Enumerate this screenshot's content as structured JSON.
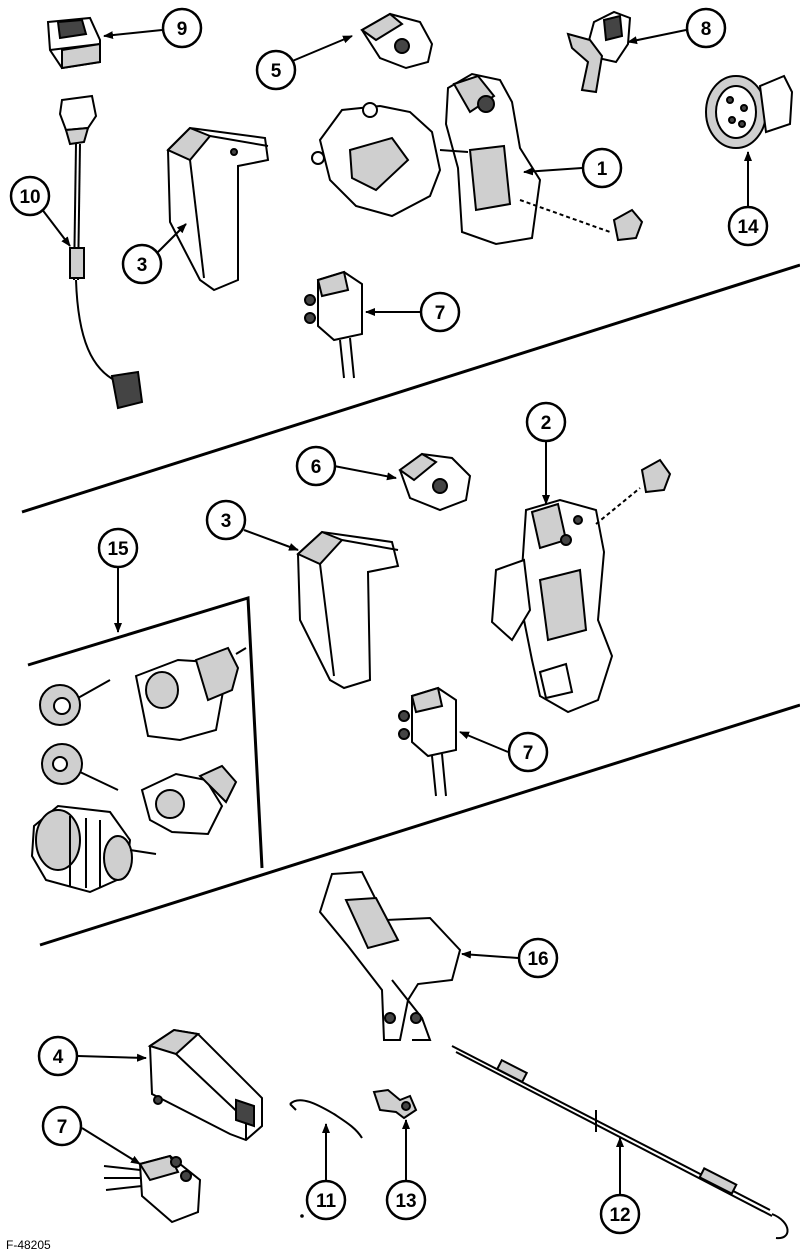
{
  "figure_id": "F-48205",
  "callouts": [
    {
      "id": "c1",
      "label": "1"
    },
    {
      "id": "c2",
      "label": "2"
    },
    {
      "id": "c3a",
      "label": "3"
    },
    {
      "id": "c3b",
      "label": "3"
    },
    {
      "id": "c4",
      "label": "4"
    },
    {
      "id": "c5",
      "label": "5"
    },
    {
      "id": "c6",
      "label": "6"
    },
    {
      "id": "c7a",
      "label": "7"
    },
    {
      "id": "c7b",
      "label": "7"
    },
    {
      "id": "c7c",
      "label": "7"
    },
    {
      "id": "c8",
      "label": "8"
    },
    {
      "id": "c9",
      "label": "9"
    },
    {
      "id": "c10",
      "label": "10"
    },
    {
      "id": "c11",
      "label": "11"
    },
    {
      "id": "c12",
      "label": "12"
    },
    {
      "id": "c13",
      "label": "13"
    },
    {
      "id": "c14",
      "label": "14"
    },
    {
      "id": "c15",
      "label": "15"
    },
    {
      "id": "c16",
      "label": "16"
    }
  ]
}
